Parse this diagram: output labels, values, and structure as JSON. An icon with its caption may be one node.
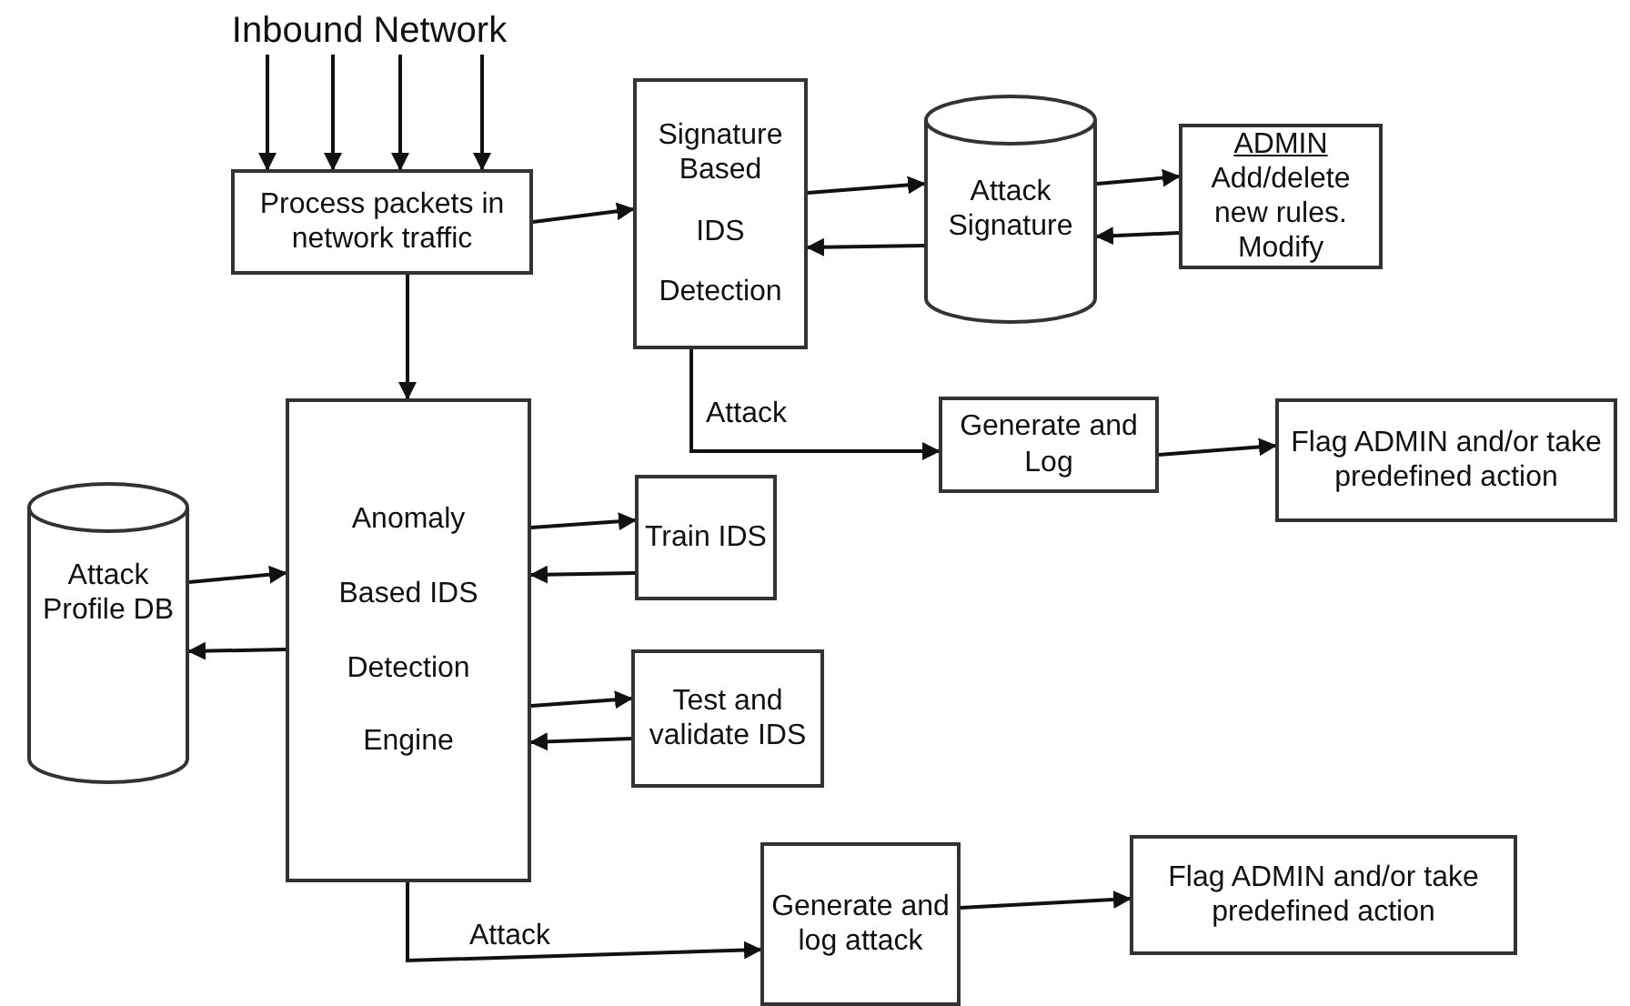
{
  "diagram": {
    "nodes": [
      {
        "text": [
          "Inbound Network"
        ]
      },
      {
        "text": [
          "Process packets in network traffic"
        ]
      },
      {
        "text": [
          "Signature Based",
          "IDS",
          "Detection"
        ]
      },
      {
        "text": [
          "Attack Signature"
        ]
      },
      {
        "text": [
          "ADMIN",
          "Add/delete new rules. Modify"
        ]
      },
      {
        "text": [
          "Generate and Log"
        ]
      },
      {
        "text": [
          "Flag ADMIN and/or take predefined action"
        ]
      },
      {
        "text": [
          "Attack Profile DB"
        ]
      },
      {
        "text": [
          "Anomaly",
          "Based IDS",
          "Detection",
          "Engine"
        ]
      },
      {
        "text": [
          "Train IDS"
        ]
      },
      {
        "text": [
          "Test and validate IDS"
        ]
      },
      {
        "text": [
          "Generate and log attack"
        ]
      },
      {
        "text": [
          "Flag ADMIN and/or take predefined action"
        ]
      }
    ],
    "edges": [
      {
        "from": 0,
        "to": 1,
        "arrow": "to"
      },
      {
        "from": 0,
        "to": 1,
        "arrow": "to"
      },
      {
        "from": 0,
        "to": 1,
        "arrow": "to"
      },
      {
        "from": 0,
        "to": 1,
        "arrow": "to"
      },
      {
        "from": 1,
        "to": 2,
        "arrow": "to"
      },
      {
        "from": 2,
        "to": 3,
        "arrow": "to"
      },
      {
        "from": 3,
        "to": 2,
        "arrow": "to"
      },
      {
        "from": 3,
        "to": 4,
        "arrow": "to"
      },
      {
        "from": 4,
        "to": 3,
        "arrow": "to"
      },
      {
        "from": 2,
        "to": 5,
        "arrow": "to",
        "label": "Attack"
      },
      {
        "from": 5,
        "to": 6,
        "arrow": "to"
      },
      {
        "from": 1,
        "to": 8,
        "arrow": "to"
      },
      {
        "from": 7,
        "to": 8,
        "arrow": "to"
      },
      {
        "from": 8,
        "to": 7,
        "arrow": "to"
      },
      {
        "from": 8,
        "to": 9,
        "arrow": "to"
      },
      {
        "from": 9,
        "to": 8,
        "arrow": "to"
      },
      {
        "from": 8,
        "to": 10,
        "arrow": "to"
      },
      {
        "from": 10,
        "to": 8,
        "arrow": "to"
      },
      {
        "from": 8,
        "to": 11,
        "arrow": "to",
        "label": "Attack"
      },
      {
        "from": 11,
        "to": 12,
        "arrow": "to"
      }
    ]
  }
}
